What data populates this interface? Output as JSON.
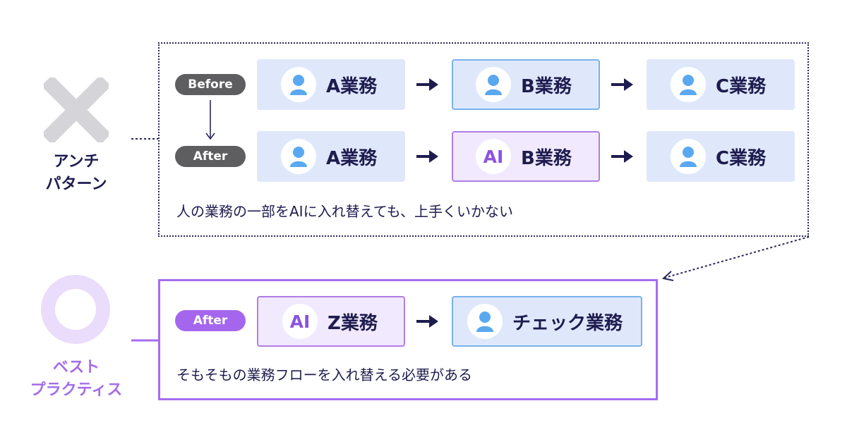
{
  "anti_pattern": {
    "label_line1": "アンチ",
    "label_line2": "パターン",
    "before_pill": "Before",
    "after_pill": "After",
    "before_row": [
      "A業務",
      "B業務",
      "C業務"
    ],
    "after_row": [
      "A業務",
      "B業務",
      "C業務"
    ],
    "after_ai_badge": "AI",
    "caption": "人の業務の一部をAIに入れ替えても、上手くいかない"
  },
  "best_practice": {
    "label_line1": "ベスト",
    "label_line2": "プラクティス",
    "after_pill": "After",
    "ai_badge": "AI",
    "row": [
      "Z業務",
      "チェック業務"
    ],
    "caption": "そもそもの業務フローを入れ替える必要がある"
  },
  "colors": {
    "navy": "#1e1c4f",
    "purple_accent": "#a566ee",
    "box_blue": "#dfe8fb",
    "box_purple": "#f1e9fd",
    "person_icon": "#5aa8f0"
  }
}
